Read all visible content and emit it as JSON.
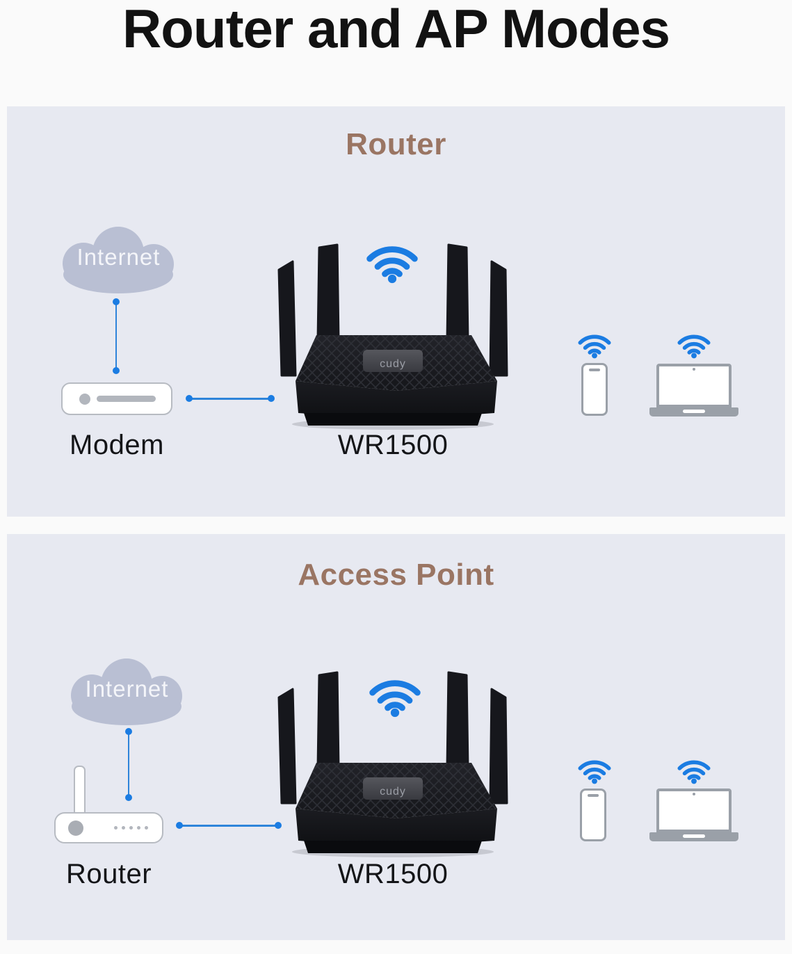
{
  "title": "Router and AP Modes",
  "colors": {
    "accent_blue": "#1b7ce2",
    "heading_brown": "#9a7563",
    "cloud_gray": "#b9bfd3",
    "panel_bg": "#e7e9f1"
  },
  "panels": [
    {
      "heading": "Router",
      "cloud_label": "Internet",
      "source_label": "Modem",
      "product_label": "WR1500",
      "product_logo": "cudy"
    },
    {
      "heading": "Access Point",
      "cloud_label": "Internet",
      "source_label": "Router",
      "product_label": "WR1500",
      "product_logo": "cudy"
    }
  ]
}
